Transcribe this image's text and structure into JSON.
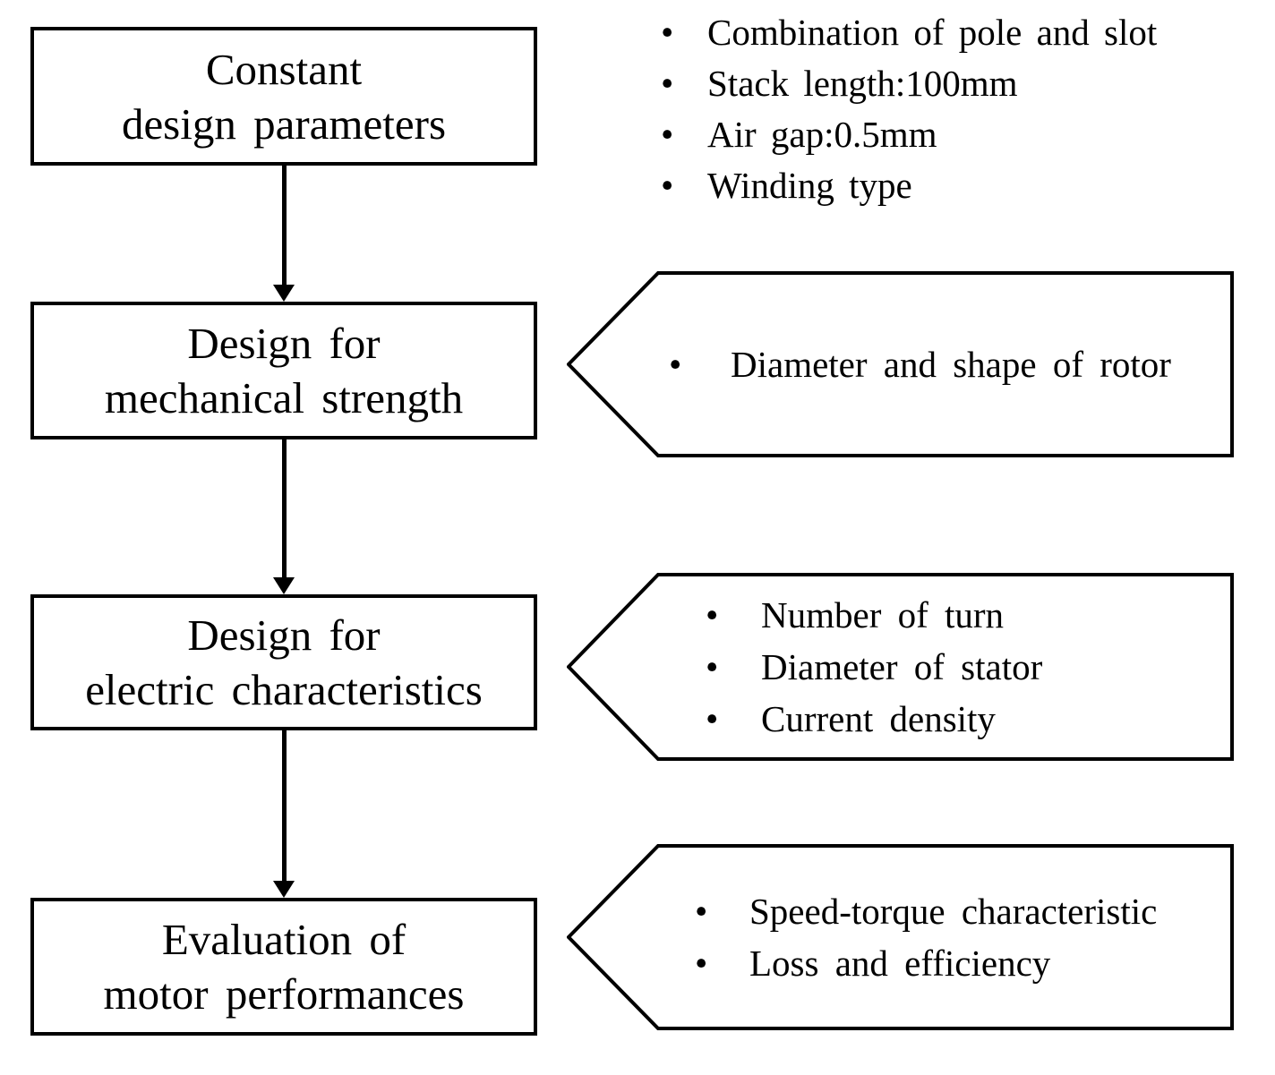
{
  "diagram": {
    "background": "#ffffff",
    "line_color": "#000000",
    "bullet_char": "•",
    "boxes": [
      {
        "lines": [
          "Constant",
          "design parameters"
        ]
      },
      {
        "lines": [
          "Design for",
          "mechanical strength"
        ]
      },
      {
        "lines": [
          "Design for",
          "electric characteristics"
        ]
      },
      {
        "lines": [
          "Evaluation of",
          "motor performances"
        ]
      }
    ],
    "top_list": {
      "items": [
        "Combination of pole and slot",
        "Stack length:100mm",
        "Air gap:0.5mm",
        "Winding type"
      ]
    },
    "callouts": [
      {
        "items": [
          "Diameter and shape of rotor"
        ]
      },
      {
        "items": [
          "Number of turn",
          "Diameter of stator",
          "Current density"
        ]
      },
      {
        "items": [
          "Speed-torque characteristic",
          "Loss and efficiency"
        ]
      }
    ]
  }
}
